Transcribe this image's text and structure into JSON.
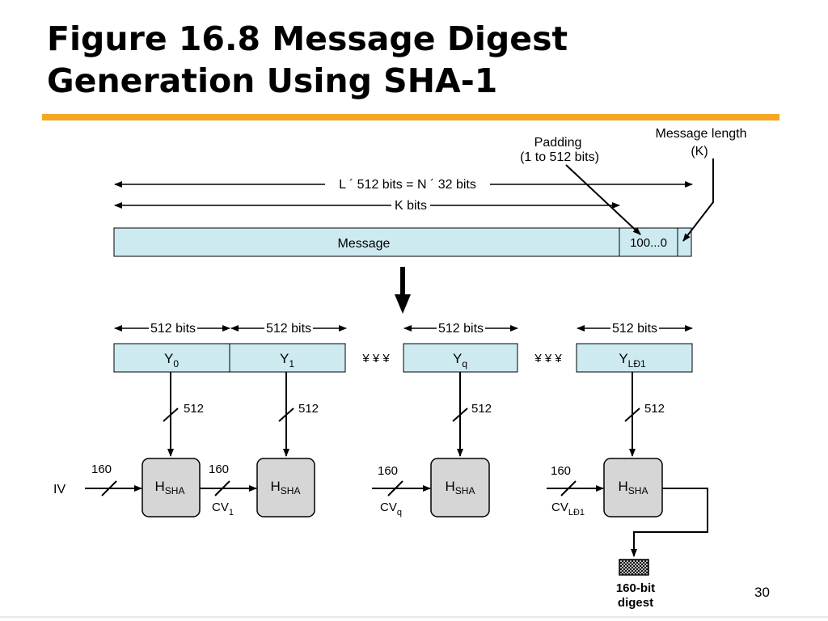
{
  "slide": {
    "title_line1": "Figure 16.8 Message Digest",
    "title_line2": "Generation Using SHA-1",
    "page_number": "30",
    "accent_color": "#f5a623"
  },
  "diagram": {
    "box_fill": "#cdeaf1",
    "node_fill": "#d6d6d6",
    "padding_label_line1": "Padding",
    "padding_label_line2": "(1 to 512 bits)",
    "length_label_line1": "Message length",
    "length_label_line2": "(K)",
    "total_length_label": "L ´ 512 bits = N ´ 32 bits",
    "k_bits_label": "K bits",
    "message_label": "Message",
    "padding_value": "100...0",
    "block_size_label": "512 bits",
    "block_width": "512",
    "chain_width": "160",
    "ellipsis": "¥ ¥ ¥",
    "blocks": [
      {
        "base": "Y",
        "sub": "0"
      },
      {
        "base": "Y",
        "sub": "1"
      },
      {
        "base": "Y",
        "sub": "q"
      },
      {
        "base": "Y",
        "sub": "LÐ1"
      }
    ],
    "hash_base": "H",
    "hash_sub": "SHA",
    "iv_label": "IV",
    "cv_base": "CV",
    "cv_subs": [
      "1",
      "q",
      "LÐ1"
    ],
    "digest_line1": "160-bit",
    "digest_line2": "digest"
  }
}
